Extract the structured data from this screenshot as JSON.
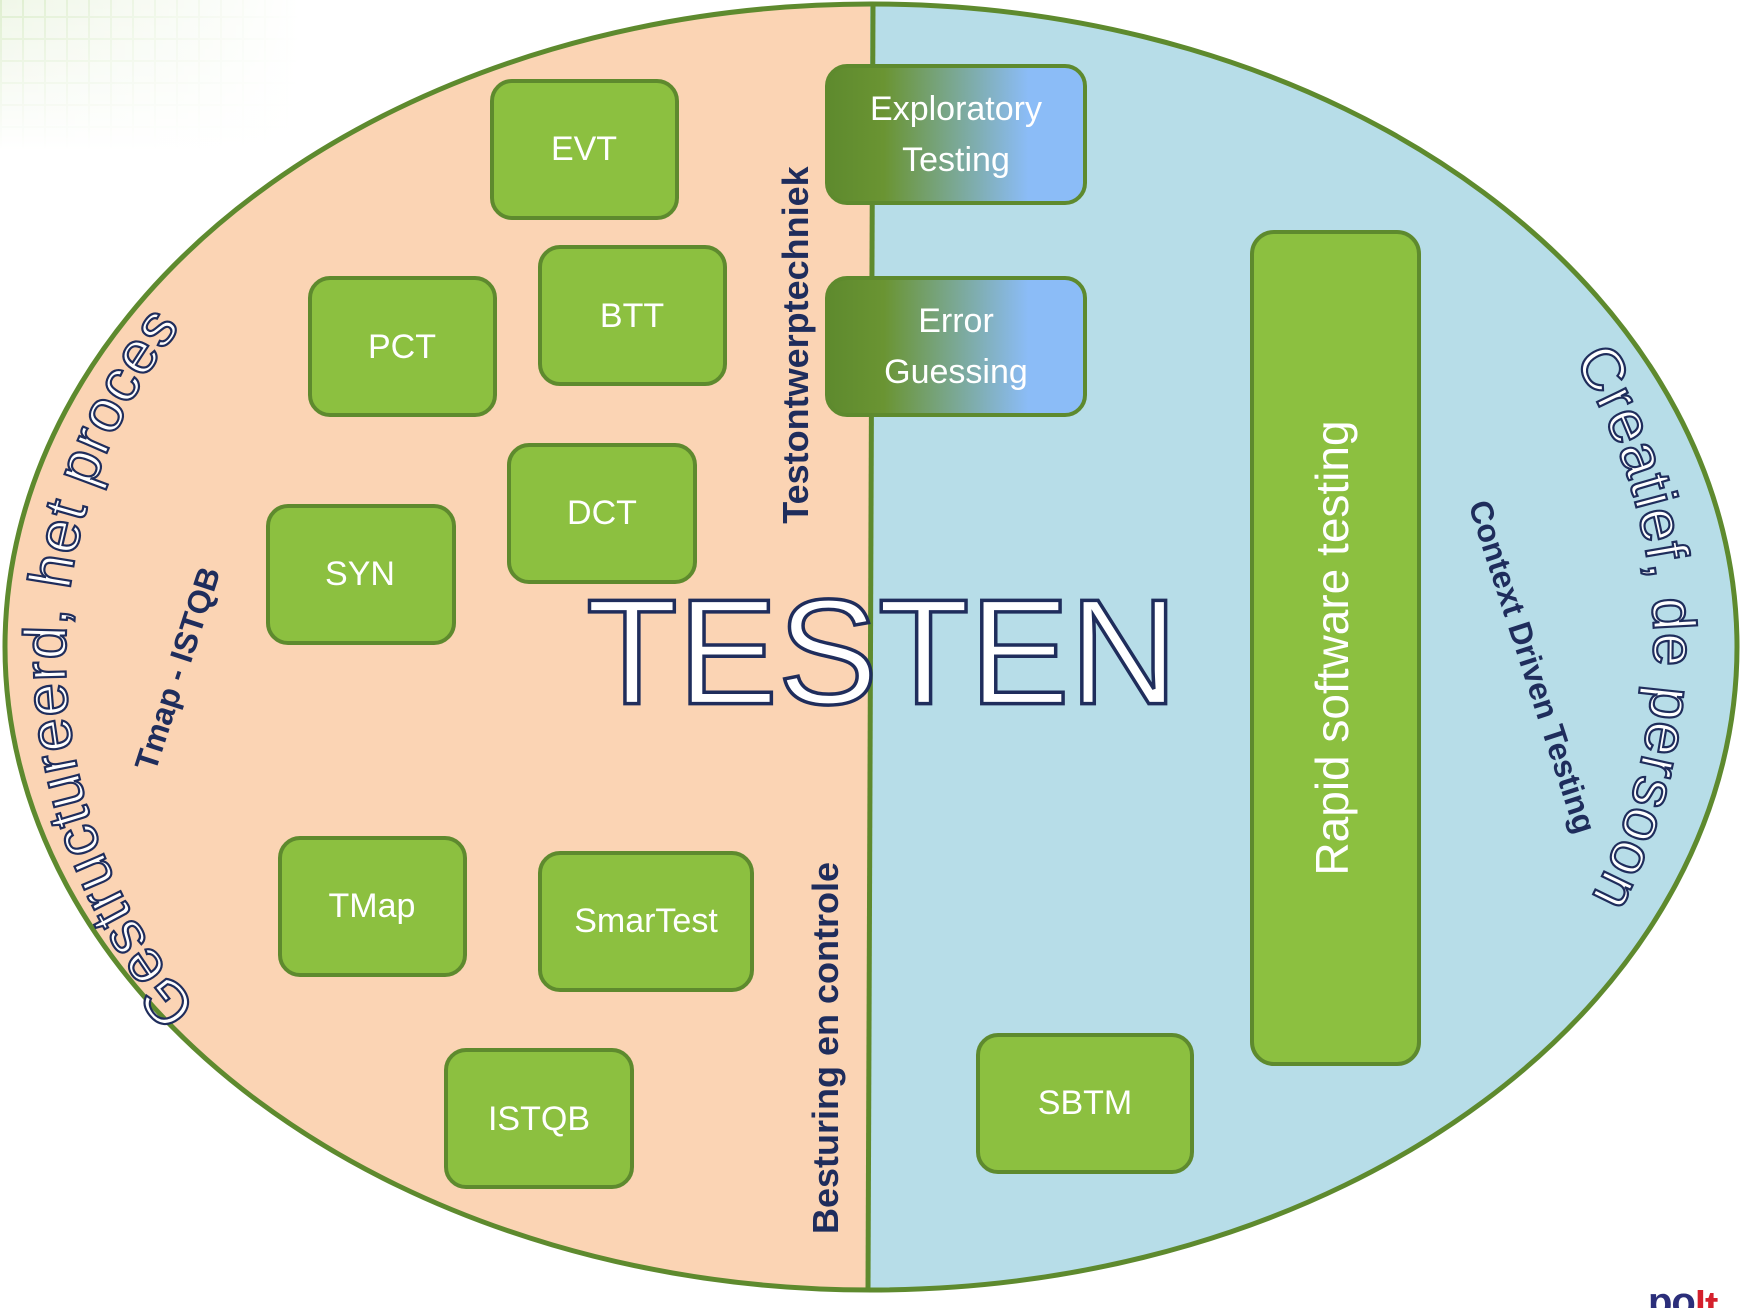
{
  "title": "TESTEN",
  "left_arc_title": "Gestructureerd, het proces",
  "left_subtitle": "Tmap - ISTQB",
  "right_arc_title": "Creatief, de persoon",
  "right_subtitle": "Context Driven Testing",
  "axis_top": "Testontwerptechniek",
  "axis_bottom": "Besturing en controle",
  "left_boxes": {
    "evt": "EVT",
    "btt": "BTT",
    "pct": "PCT",
    "dct": "DCT",
    "syn": "SYN",
    "tmap": "TMap",
    "smartest": "SmarTest",
    "istqb": "ISTQB"
  },
  "right_boxes": {
    "exploratory_line1": "Exploratory",
    "exploratory_line2": "Testing",
    "error_line1": "Error",
    "error_line2": "Guessing",
    "rapid": "Rapid software testing",
    "sbtm": "SBTM"
  },
  "logo_text_a": "po",
  "logo_text_b": "lt",
  "colors": {
    "left_half": "#fbd4b4",
    "right_half": "#b7dde8",
    "outline": "#5e8a2e",
    "box_fill": "#8cc040",
    "box_stroke": "#5e8a2e",
    "text_dark": "#1f2d5c"
  }
}
